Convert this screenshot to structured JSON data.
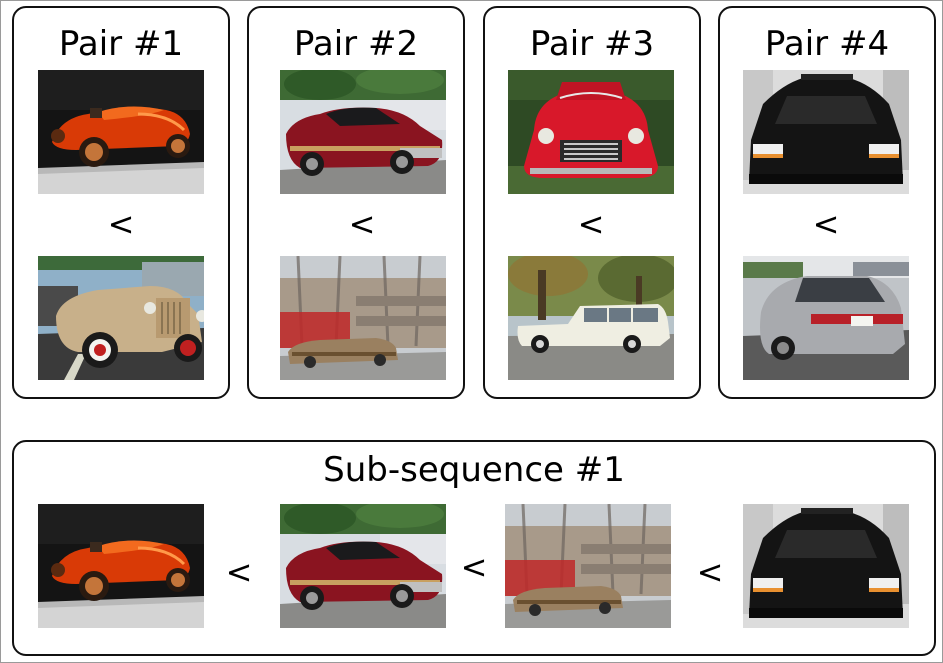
{
  "pairs": [
    {
      "title": "Pair #1",
      "comparator": "<",
      "top_image": "orange-roadster",
      "bottom_image": "beige-classic-convertible"
    },
    {
      "title": "Pair #2",
      "comparator": "<",
      "top_image": "red-muscle-car",
      "bottom_image": "blurry-station-wagon"
    },
    {
      "title": "Pair #3",
      "comparator": "<",
      "top_image": "red-vintage-truck-front",
      "bottom_image": "white-station-wagon"
    },
    {
      "title": "Pair #4",
      "comparator": "<",
      "top_image": "black-sports-car-front",
      "bottom_image": "silver-sedan-rear"
    }
  ],
  "subsequence": {
    "title": "Sub-sequence #1",
    "comparators": [
      "<",
      "<",
      "<"
    ],
    "images": [
      "orange-roadster",
      "red-muscle-car",
      "blurry-station-wagon",
      "black-sports-car-front"
    ]
  },
  "colors": {
    "border": "#111111",
    "frame": "#9a9a9a",
    "background": "#ffffff"
  }
}
